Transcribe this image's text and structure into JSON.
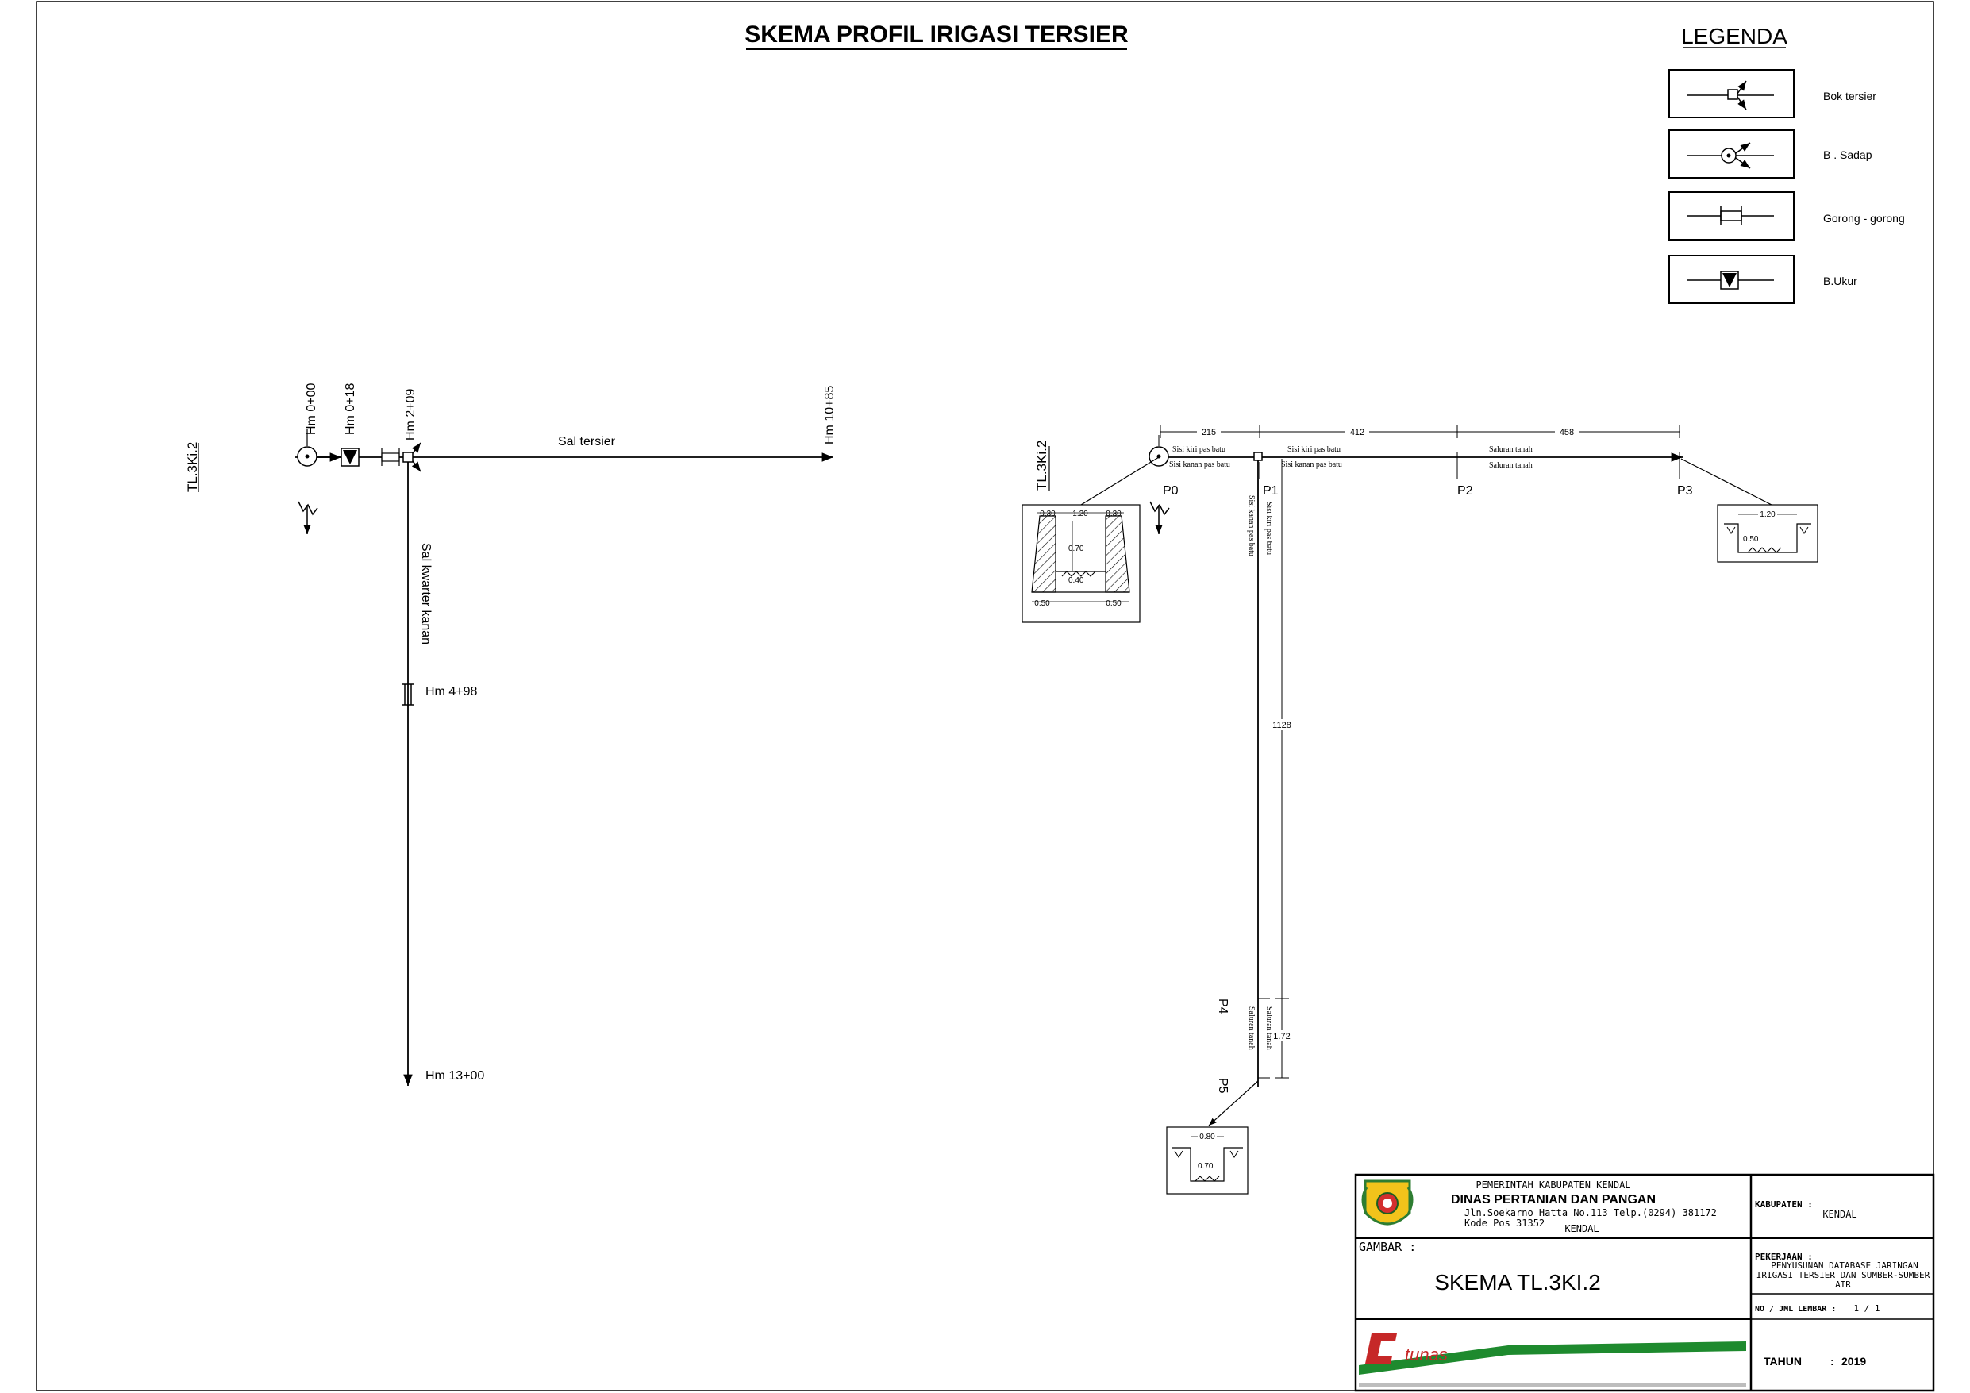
{
  "title": "SKEMA PROFIL IRIGASI TERSIER",
  "legend": {
    "title": "LEGENDA",
    "items": [
      {
        "label": "Bok tersier",
        "icon": "bok-tersier-icon"
      },
      {
        "label": "B . Sadap",
        "icon": "bangunan-sadap-icon"
      },
      {
        "label": "Gorong - gorong",
        "icon": "gorong-gorong-icon"
      },
      {
        "label": "B.Ukur",
        "icon": "bangunan-ukur-icon"
      }
    ]
  },
  "schema_left": {
    "channel_code": "TL.3Ki.2",
    "stations": [
      "Hm 0+00",
      "Hm 0+18",
      "Hm 2+09",
      "Hm 10+85",
      "Hm 4+98",
      "Hm 13+00"
    ],
    "tertiary_channel": "Sal tersier",
    "quaternary_channel": "Sal kwarter kanan"
  },
  "schema_right": {
    "channel_code": "TL.3Ki.2",
    "points": [
      "P0",
      "P1",
      "P2",
      "P3",
      "P4",
      "P5"
    ],
    "segment_lengths": [
      "215",
      "412",
      "458",
      "1128",
      "1.72"
    ],
    "notes": {
      "left_upper": "Sisi kiri pas batu",
      "left_lower": "Sisi kanan pas batu",
      "mid_upper": "Sisi kiri pas batu",
      "mid_lower": "Sisi kanan pas batu",
      "right_upper": "Saluran tanah",
      "right_lower": "Saluran tanah",
      "vert_a": "Sisi kiri pas batu",
      "vert_b": "Sisi kanan pas batu",
      "vert_c": "Saluran tanah",
      "vert_d": "Saluran tanah"
    },
    "sections": {
      "a": {
        "dims": [
          "0.30",
          "1.20",
          "0.30",
          "0.70",
          "0.40",
          "0.50",
          "0.50"
        ]
      },
      "b": {
        "dims": [
          "1.20",
          "0.50"
        ]
      },
      "c": {
        "dims": [
          "0.80",
          "0.70"
        ]
      }
    }
  },
  "title_block": {
    "gov": "PEMERINTAH KABUPATEN KENDAL",
    "dept": "DINAS PERTANIAN DAN PANGAN",
    "address": "Jln.Soekarno Hatta No.113 Telp.(0294) 381172",
    "postcode": "Kode Pos 31352",
    "city": "KENDAL",
    "gambar_label": "GAMBAR :",
    "gambar_value": "SKEMA TL.3KI.2",
    "kabupaten_label": "KABUPATEN :",
    "kabupaten_value": "KENDAL",
    "pekerjaan_label": "PEKERJAAN :",
    "pekerjaan_line1": "PENYUSUNAN DATABASE JARINGAN",
    "pekerjaan_line2": "IRIGASI TERSIER DAN SUMBER-SUMBER",
    "pekerjaan_line3": "AIR",
    "lembar_label": "NO / JML LEMBAR :",
    "lembar_value": "1 / 1",
    "tahun_label": "TAHUN",
    "tahun_sep": ":",
    "tahun_value": "2019",
    "company_logo_text": "tunas"
  }
}
